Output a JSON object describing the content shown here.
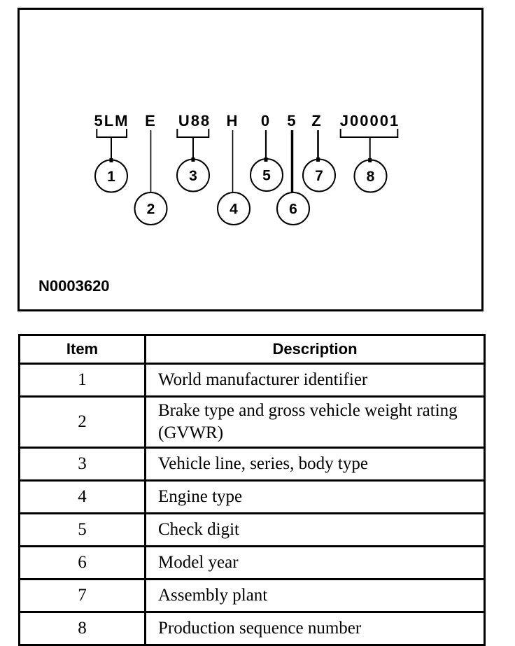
{
  "figure": {
    "figure_code": "N0003620",
    "vin_segments": [
      {
        "text": "5LM",
        "item": "1"
      },
      {
        "text": "E",
        "item": "2"
      },
      {
        "text": "U88",
        "item": "3"
      },
      {
        "text": "H",
        "item": "4"
      },
      {
        "text": "0",
        "item": "5"
      },
      {
        "text": "5",
        "item": "6"
      },
      {
        "text": "Z",
        "item": "7"
      },
      {
        "text": "J00001",
        "item": "8"
      }
    ]
  },
  "table": {
    "headers": {
      "item": "Item",
      "description": "Description"
    },
    "rows": [
      {
        "item": "1",
        "description": "World manufacturer identifier"
      },
      {
        "item": "2",
        "description": "Brake type and gross vehicle weight rating (GVWR)"
      },
      {
        "item": "3",
        "description": "Vehicle line, series, body type"
      },
      {
        "item": "4",
        "description": "Engine type"
      },
      {
        "item": "5",
        "description": "Check digit"
      },
      {
        "item": "6",
        "description": "Model year"
      },
      {
        "item": "7",
        "description": "Assembly plant"
      },
      {
        "item": "8",
        "description": "Production sequence number"
      }
    ]
  },
  "colors": {
    "ink": "#000000",
    "paper": "#ffffff"
  }
}
